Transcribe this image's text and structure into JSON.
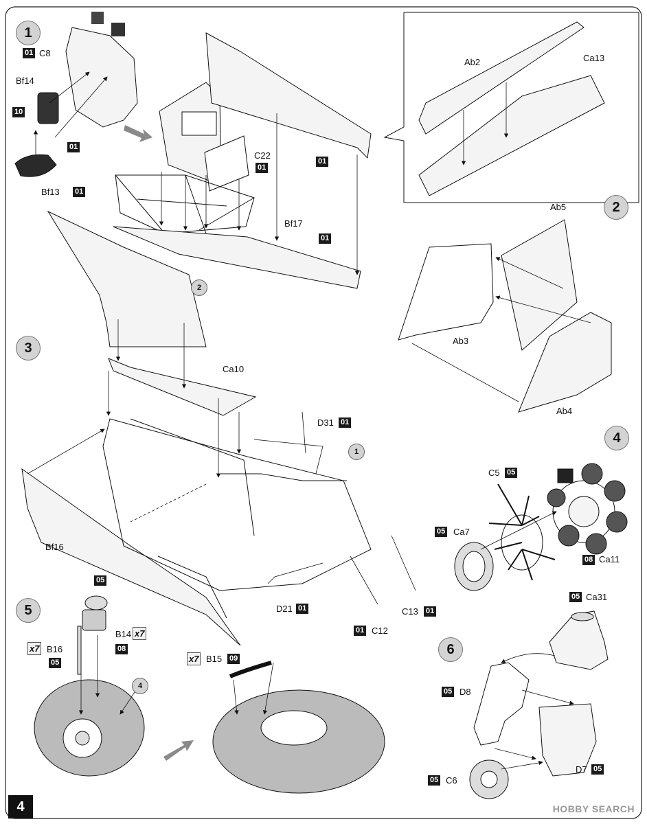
{
  "steps": [
    "1",
    "2",
    "3",
    "4",
    "5",
    "6"
  ],
  "refs": {
    "r2": "2",
    "r1": "1",
    "r4": "4"
  },
  "codes": {
    "c01": "01",
    "c05": "05",
    "c08": "08",
    "c09": "09",
    "c10": "10"
  },
  "mult": {
    "x7": "x7"
  },
  "page_number": "4",
  "watermark": "HOBBY SEARCH",
  "labels": {
    "C8": "C8",
    "Bf14": "Bf14",
    "Bf13": "Bf13",
    "C22": "C22",
    "Bf17": "Bf17",
    "Ab2": "Ab2",
    "Ca13": "Ca13",
    "Ab5": "Ab5",
    "Ab3": "Ab3",
    "Ab4": "Ab4",
    "Ca10": "Ca10",
    "D31": "D31",
    "Bf16": "Bf16",
    "D21": "D21",
    "C12": "C12",
    "C13": "C13",
    "C5": "C5",
    "Ca7": "Ca7",
    "Ca11": "Ca11",
    "B14": "B14",
    "B16": "B16",
    "B15": "B15",
    "Ca31": "Ca31",
    "D8": "D8",
    "D7": "D7",
    "C6": "C6"
  },
  "colors": {
    "ink": "#1a1a1a",
    "step_fill": "#d3d3d3",
    "flow_arrow": "#8a8a8a",
    "part_fill": "#f4f4f4"
  }
}
